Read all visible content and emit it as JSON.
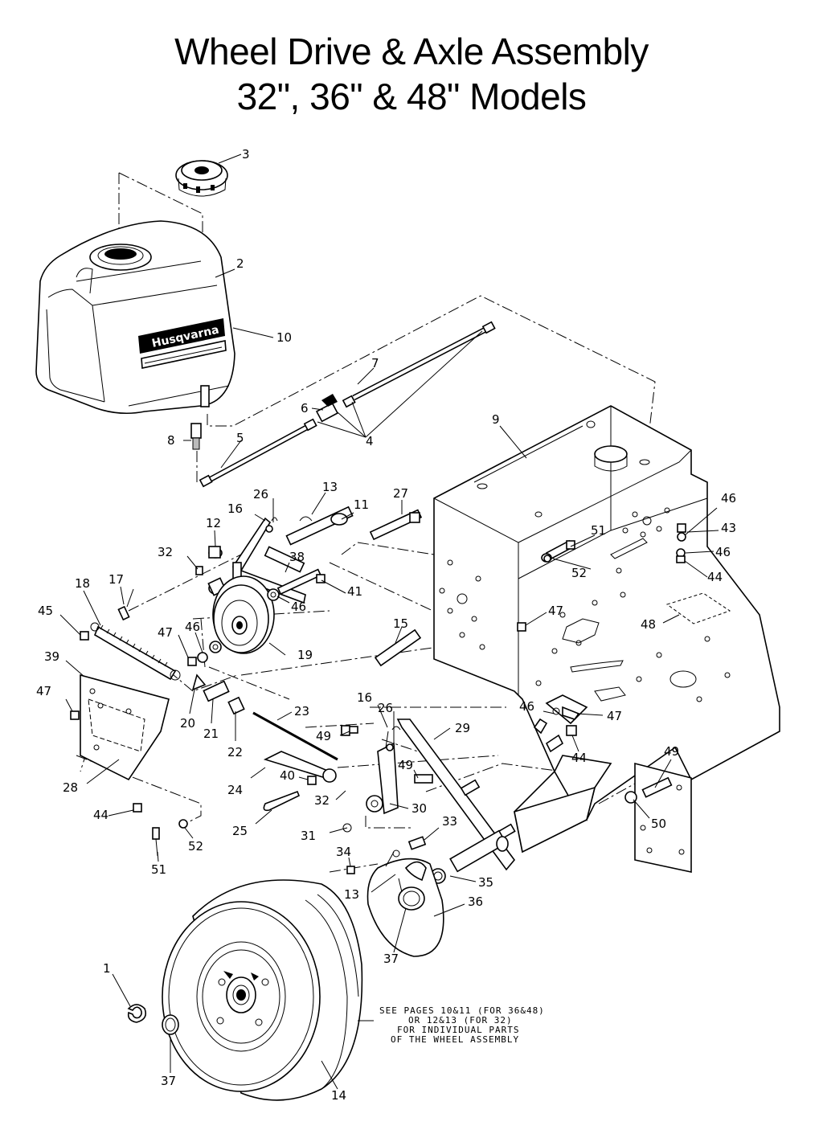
{
  "title": {
    "line1": "Wheel Drive & Axle Assembly",
    "line2": "32\", 36\" & 48\" Models"
  },
  "logo_text": "Husqvarna",
  "note": {
    "line1": "SEE PAGES 10&11 (FOR 36&48)",
    "line2": "OR 12&13 (FOR 32)",
    "line3": "FOR INDIVIDUAL PARTS",
    "line4": "OF THE WHEEL ASSEMBLY"
  },
  "callouts": [
    {
      "id": "c1",
      "text": "1"
    },
    {
      "id": "c2",
      "text": "2"
    },
    {
      "id": "c3",
      "text": "3"
    },
    {
      "id": "c4",
      "text": "4"
    },
    {
      "id": "c5",
      "text": "5"
    },
    {
      "id": "c6",
      "text": "6"
    },
    {
      "id": "c7",
      "text": "7"
    },
    {
      "id": "c8",
      "text": "8"
    },
    {
      "id": "c9",
      "text": "9"
    },
    {
      "id": "c10",
      "text": "10"
    },
    {
      "id": "c11",
      "text": "11"
    },
    {
      "id": "c12",
      "text": "12"
    },
    {
      "id": "c13a",
      "text": "13"
    },
    {
      "id": "c13b",
      "text": "13"
    },
    {
      "id": "c14",
      "text": "14"
    },
    {
      "id": "c15",
      "text": "15"
    },
    {
      "id": "c16a",
      "text": "16"
    },
    {
      "id": "c16b",
      "text": "16"
    },
    {
      "id": "c17",
      "text": "17"
    },
    {
      "id": "c18",
      "text": "18"
    },
    {
      "id": "c19",
      "text": "19"
    },
    {
      "id": "c20",
      "text": "20"
    },
    {
      "id": "c21",
      "text": "21"
    },
    {
      "id": "c22",
      "text": "22"
    },
    {
      "id": "c23",
      "text": "23"
    },
    {
      "id": "c24",
      "text": "24"
    },
    {
      "id": "c25",
      "text": "25"
    },
    {
      "id": "c26a",
      "text": "26"
    },
    {
      "id": "c26b",
      "text": "26"
    },
    {
      "id": "c27",
      "text": "27"
    },
    {
      "id": "c28",
      "text": "28"
    },
    {
      "id": "c29",
      "text": "29"
    },
    {
      "id": "c30",
      "text": "30"
    },
    {
      "id": "c31",
      "text": "31"
    },
    {
      "id": "c32a",
      "text": "32"
    },
    {
      "id": "c32b",
      "text": "32"
    },
    {
      "id": "c33",
      "text": "33"
    },
    {
      "id": "c34",
      "text": "34"
    },
    {
      "id": "c35",
      "text": "35"
    },
    {
      "id": "c36",
      "text": "36"
    },
    {
      "id": "c37a",
      "text": "37"
    },
    {
      "id": "c37b",
      "text": "37"
    },
    {
      "id": "c38",
      "text": "38"
    },
    {
      "id": "c39",
      "text": "39"
    },
    {
      "id": "c40",
      "text": "40"
    },
    {
      "id": "c41",
      "text": "41"
    },
    {
      "id": "c43",
      "text": "43"
    },
    {
      "id": "c44a",
      "text": "44"
    },
    {
      "id": "c44b",
      "text": "44"
    },
    {
      "id": "c44c",
      "text": "44"
    },
    {
      "id": "c45",
      "text": "45"
    },
    {
      "id": "c46a",
      "text": "46"
    },
    {
      "id": "c46b",
      "text": "46"
    },
    {
      "id": "c46c",
      "text": "46"
    },
    {
      "id": "c46d",
      "text": "46"
    },
    {
      "id": "c47a",
      "text": "47"
    },
    {
      "id": "c47b",
      "text": "47"
    },
    {
      "id": "c47c",
      "text": "47"
    },
    {
      "id": "c47d",
      "text": "47"
    },
    {
      "id": "c48",
      "text": "48"
    },
    {
      "id": "c49a",
      "text": "49"
    },
    {
      "id": "c49b",
      "text": "49"
    },
    {
      "id": "c49c",
      "text": "49"
    },
    {
      "id": "c50",
      "text": "50"
    },
    {
      "id": "c51a",
      "text": "51"
    },
    {
      "id": "c51b",
      "text": "51"
    },
    {
      "id": "c52a",
      "text": "52"
    },
    {
      "id": "c52b",
      "text": "52"
    }
  ]
}
